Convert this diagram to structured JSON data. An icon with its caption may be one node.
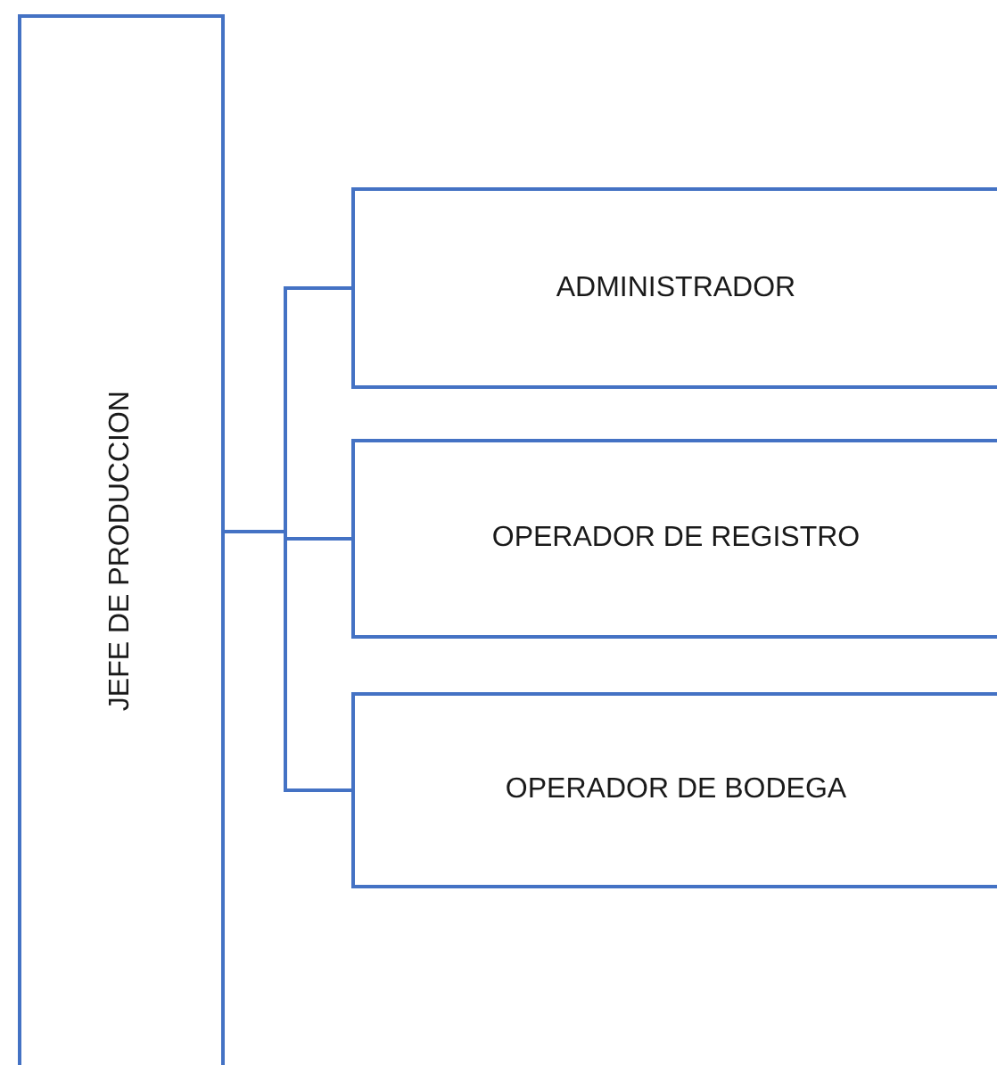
{
  "diagram": {
    "nodes": [
      {
        "text": [
          "JEFE DE PRODUCCION"
        ]
      },
      {
        "text": [
          "ADMINISTRADOR"
        ]
      },
      {
        "text": [
          "OPERADOR DE REGISTRO"
        ]
      },
      {
        "text": [
          "OPERADOR DE BODEGA"
        ]
      }
    ],
    "edges": [
      {
        "from": 0,
        "to": 1,
        "arrow": "none"
      },
      {
        "from": 0,
        "to": 2,
        "arrow": "none"
      },
      {
        "from": 0,
        "to": 3,
        "arrow": "none"
      }
    ]
  }
}
